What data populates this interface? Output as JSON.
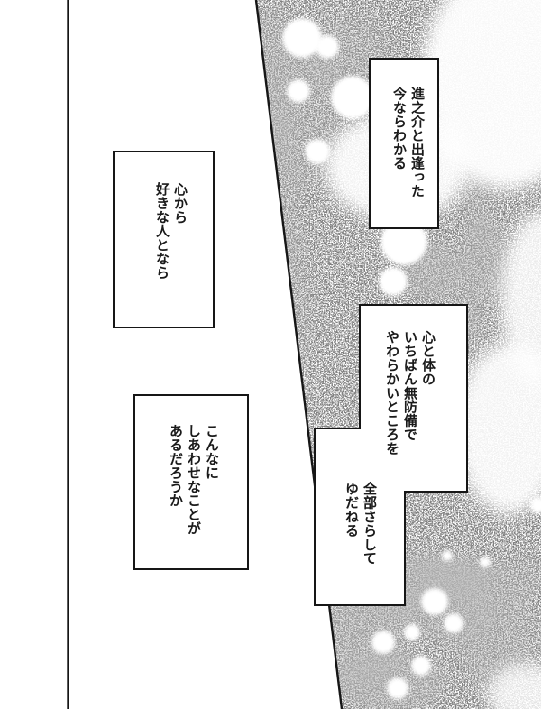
{
  "page": {
    "ink_color": "#161616",
    "paper_color": "#ffffff",
    "tone_color": "#b9b9b9"
  },
  "narration": {
    "top_right": "進之介と出逢った\n今ならわかる",
    "upper_left": "心から\n好きな人となら",
    "right_upper": "心と体の\nいちばん無防備で\nやわらかいところを",
    "right_lower": "全部さらして\nゆだねる",
    "lower_left": "こんなに\nしあわせなことが\nあるだろうか"
  }
}
